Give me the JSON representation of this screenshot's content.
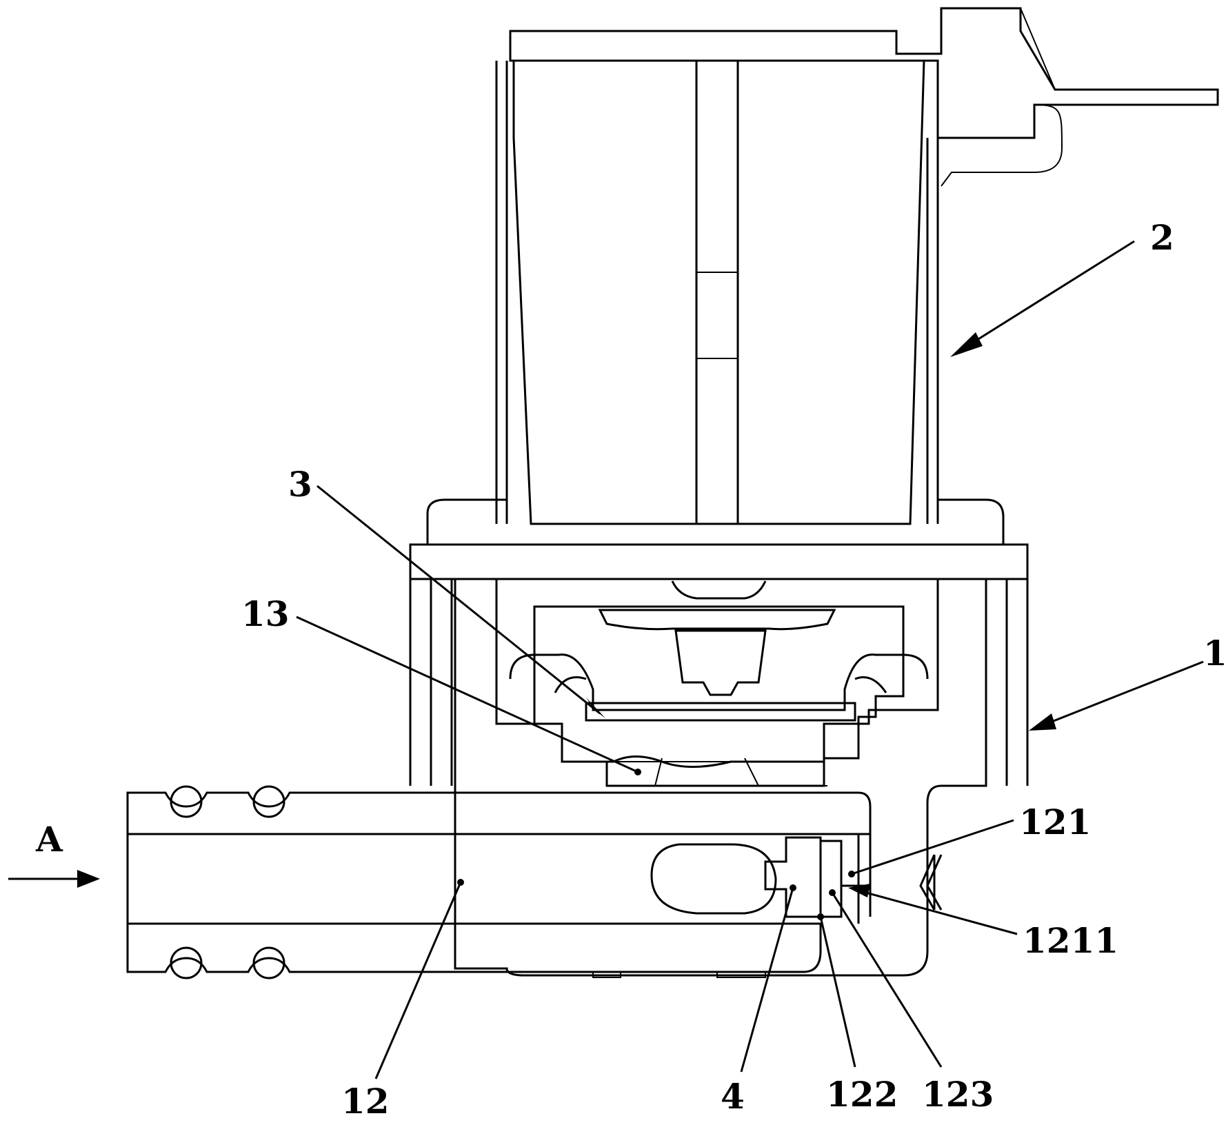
{
  "labels": {
    "l2": "2",
    "l3": "3",
    "l13": "13",
    "l1": "1",
    "l121": "121",
    "l1211": "1211",
    "lA": "A",
    "l12": "12",
    "l4": "4",
    "l122": "122",
    "l123": "123"
  },
  "colors": {
    "line": "#000000",
    "background": "#ffffff"
  }
}
